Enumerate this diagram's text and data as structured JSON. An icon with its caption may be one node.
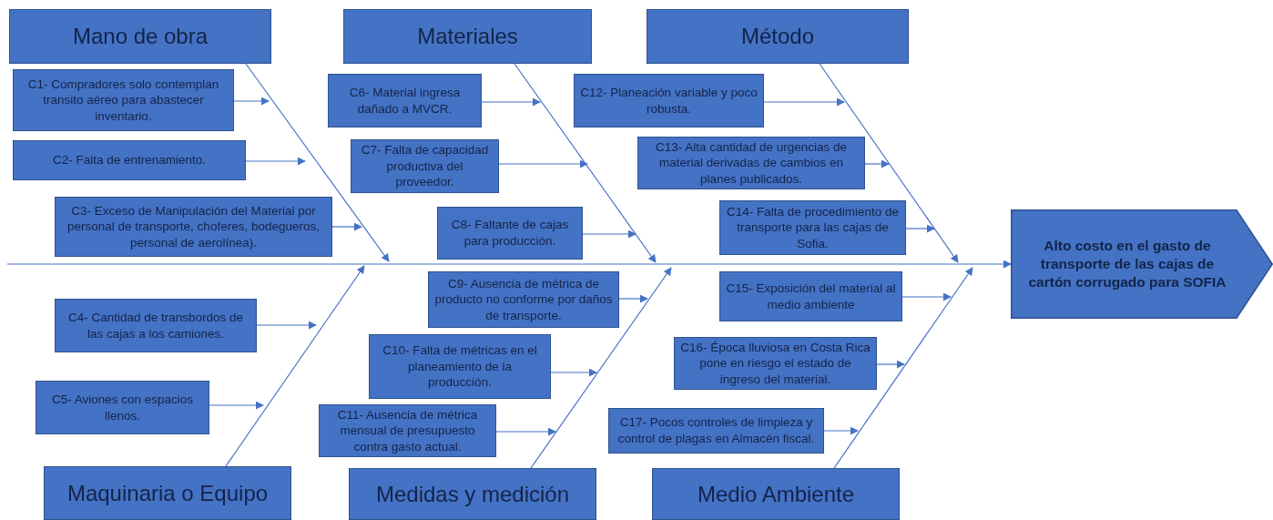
{
  "diagram": {
    "nodes": [
      {
        "text": [
          "Mano de obra"
        ]
      },
      {
        "text": [
          "Materiales"
        ]
      },
      {
        "text": [
          "Método"
        ]
      },
      {
        "text": [
          "C1- Compradores solo contemplan transito aéreo para abastecer inventario."
        ]
      },
      {
        "text": [
          "C2- Falta de entrenamiento."
        ]
      },
      {
        "text": [
          "C3- Exceso de Manipulación del Material por personal de transporte, choferes, bodegueros, personal de aerolínea)."
        ]
      },
      {
        "text": [
          "C4- Cantidad de transbordos de las cajas a los camiones."
        ]
      },
      {
        "text": [
          "C5- Aviones con espacios llenos."
        ]
      },
      {
        "text": [
          "C6- Material ingresa dañado a MVCR."
        ]
      },
      {
        "text": [
          "C7- Falta de capacidad  productiva del proveedor."
        ]
      },
      {
        "text": [
          "C8- Faltante de cajas para producción."
        ]
      },
      {
        "text": [
          "C9- Ausencia de métrica de producto no conforme por daños de transporte."
        ]
      },
      {
        "text": [
          "C10- Falta de métricas en el planeamiento de la producción."
        ]
      },
      {
        "text": [
          "C11- Ausencia de métrica mensual de presupuesto contra gasto actual."
        ]
      },
      {
        "text": [
          "C12- Planeación variable y poco robusta."
        ]
      },
      {
        "text": [
          "C13- Alta cantidad de urgencias de material derivadas de cambios en planes publicados."
        ]
      },
      {
        "text": [
          "C14- Falta de procedimiento de transporte para las cajas de Sofia."
        ]
      },
      {
        "text": [
          "C15- Exposición del material al medio ambiente"
        ]
      },
      {
        "text": [
          "C16- Época lluviosa en Costa Rica pone en riesgo el estado de ingreso del material."
        ]
      },
      {
        "text": [
          "C17- Pocos controles de limpieza y control de plagas en Almacén fiscal."
        ]
      },
      {
        "text": [
          "Maquinaria o Equipo"
        ]
      },
      {
        "text": [
          "Medidas y medición"
        ]
      },
      {
        "text": [
          "Medio Ambiente"
        ]
      },
      {
        "text": [
          "Alto costo en el gasto de transporte de las cajas de cartón corrugado para SOFIA"
        ]
      }
    ],
    "edges": [
      {
        "from": null,
        "to": 23,
        "arrow": "to"
      },
      {
        "from": 0,
        "to": null,
        "arrow": "to"
      },
      {
        "from": 1,
        "to": null,
        "arrow": "to"
      },
      {
        "from": 2,
        "to": null,
        "arrow": "to"
      },
      {
        "from": 20,
        "to": null,
        "arrow": "to"
      },
      {
        "from": 21,
        "to": null,
        "arrow": "to"
      },
      {
        "from": 22,
        "to": null,
        "arrow": "to"
      },
      {
        "from": 3,
        "to": null,
        "arrow": "to"
      },
      {
        "from": 4,
        "to": null,
        "arrow": "to"
      },
      {
        "from": 5,
        "to": null,
        "arrow": "to"
      },
      {
        "from": 6,
        "to": null,
        "arrow": "to"
      },
      {
        "from": 7,
        "to": null,
        "arrow": "to"
      },
      {
        "from": 8,
        "to": null,
        "arrow": "to"
      },
      {
        "from": 9,
        "to": null,
        "arrow": "to"
      },
      {
        "from": 10,
        "to": null,
        "arrow": "to"
      },
      {
        "from": 11,
        "to": null,
        "arrow": "to"
      },
      {
        "from": 12,
        "to": null,
        "arrow": "to"
      },
      {
        "from": 13,
        "to": null,
        "arrow": "to"
      },
      {
        "from": 14,
        "to": null,
        "arrow": "to"
      },
      {
        "from": 15,
        "to": null,
        "arrow": "to"
      },
      {
        "from": 16,
        "to": null,
        "arrow": "to"
      },
      {
        "from": 17,
        "to": null,
        "arrow": "to"
      },
      {
        "from": 18,
        "to": null,
        "arrow": "to"
      },
      {
        "from": 19,
        "to": null,
        "arrow": "to"
      }
    ]
  }
}
